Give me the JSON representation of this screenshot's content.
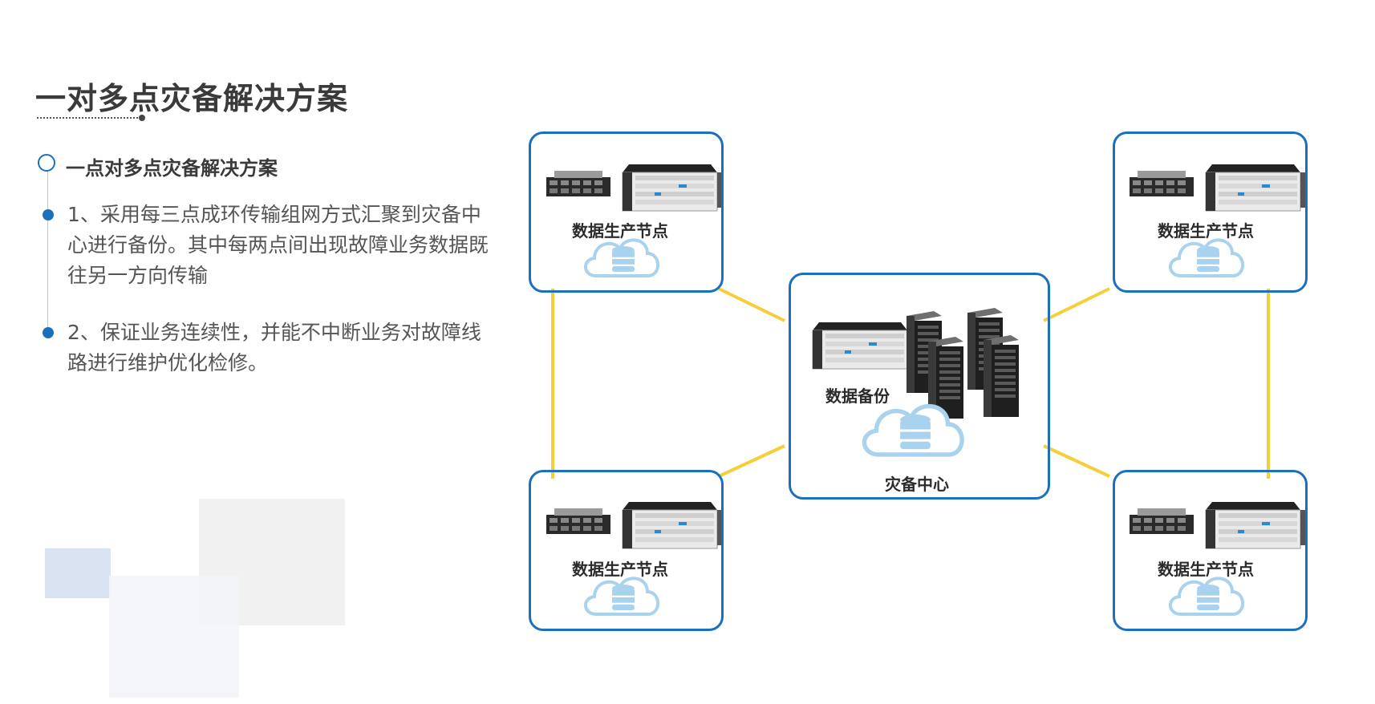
{
  "page": {
    "title": "一对多点灾备解决方案"
  },
  "section": {
    "heading": "一点对多点灾备解决方案",
    "items": [
      {
        "text": "1、采用每三点成环传输组网方式汇聚到灾备中心进行备份。其中每两点间出现故障业务数据既往另一方向传输"
      },
      {
        "text": "2、保证业务连续性，并能不中断业务对故障线路进行维护优化检修。"
      }
    ]
  },
  "diagram": {
    "center": {
      "backup_label": "数据备份",
      "center_label": "灾备中心"
    },
    "nodes": [
      {
        "label": "数据生产节点"
      },
      {
        "label": "数据生产节点"
      },
      {
        "label": "数据生产节点"
      },
      {
        "label": "数据生产节点"
      }
    ]
  },
  "colors": {
    "accent": "#1b6fbf",
    "link": "#f5cf3a",
    "cloud": "#a9d2ee"
  }
}
